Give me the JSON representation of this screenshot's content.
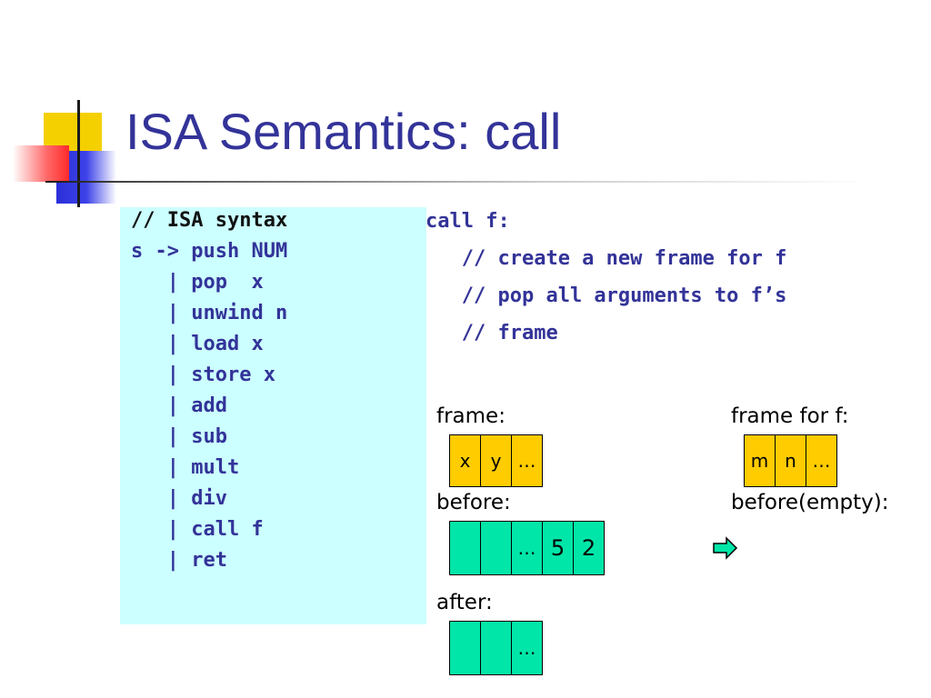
{
  "slide": {
    "title": "ISA Semantics: call",
    "syntax": [
      "// ISA syntax",
      "s -> push NUM",
      "   | pop  x",
      "   | unwind n",
      "   | load x",
      "   | store x",
      "   | add",
      "   | sub",
      "   | mult",
      "   | div",
      "   | call f",
      "   | ret"
    ],
    "description": [
      "call f:",
      "   // create a new frame for f",
      "   // pop all arguments to f’s",
      "   // frame"
    ],
    "labels": {
      "frame": "frame:",
      "frame_for_f": "frame for f:",
      "before": "before:",
      "before_empty": "before(empty):",
      "after": "after:"
    },
    "frame_cells": [
      "x",
      "y",
      "…"
    ],
    "frame_f_cells": [
      "m",
      "n",
      "…"
    ],
    "before_cells": [
      "",
      "",
      "…",
      "5",
      "2"
    ],
    "after_cells": [
      "",
      "",
      "…"
    ],
    "arrow_icon": "right-arrow-icon",
    "colors": {
      "title": "#333399",
      "code": "#333399",
      "syntax_bg": "#ccffff",
      "frame_cell": "#ffcc00",
      "stack_cell": "#00e6a8"
    }
  }
}
